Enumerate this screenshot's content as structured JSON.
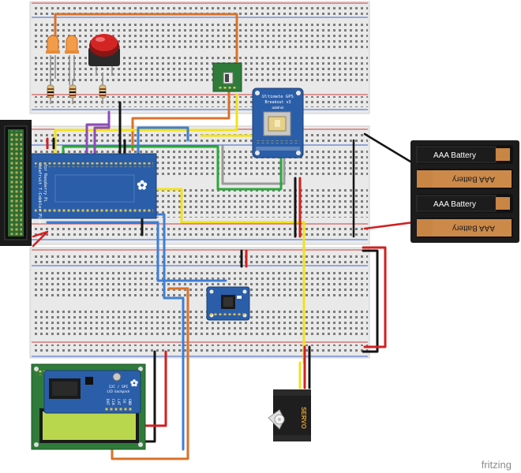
{
  "colors": {
    "board": "#e8e8e8",
    "hole": "#7a7a7a",
    "rail_red": "#d33b3b",
    "rail_blue": "#3b63c7",
    "pcb_blue": "#2b5ea8",
    "pcb_green": "#2e7b3a",
    "wire_orange": "#d9722a",
    "wire_yellow": "#f2e21a",
    "wire_green": "#2aa83b",
    "wire_blue": "#3d7fd6",
    "wire_purple": "#8f4bb5",
    "wire_black": "#141414",
    "wire_red": "#d31f1f",
    "wire_gray": "#9a9a9a",
    "lcd_green": "#b9d74c",
    "battery_black": "#1c1c1c",
    "battery_copper": "#c98544"
  },
  "components": {
    "cobbler": {
      "title": "Adafruit T-Cobbler Plus",
      "subtitle": "for Raspberry Pi",
      "icon": "flower-icon"
    },
    "gps": {
      "title": "Ultimate GPS",
      "subtitle": "Breakout v3",
      "brand": "adafruit"
    },
    "battery": {
      "cells": [
        "AAA Battery",
        "AAA Battery",
        "AAA Battery",
        "AAA Battery"
      ]
    },
    "servo": {
      "label": "SERVO",
      "icon": "servo-horn-icon"
    },
    "lcd": {
      "backpack_title": "I2C / SPI",
      "backpack_sub": "LCD backpack",
      "pins": [
        "DAT",
        "CLK",
        "LAT",
        "5V",
        "GND"
      ],
      "icon": "flower-icon"
    },
    "accel": {
      "icon": "chip-icon"
    },
    "leds": {
      "count": 2,
      "color": "orange"
    },
    "button": {
      "color": "red"
    },
    "switch": {
      "type": "slide-switch"
    }
  },
  "watermark": {
    "text": "fritzing"
  }
}
